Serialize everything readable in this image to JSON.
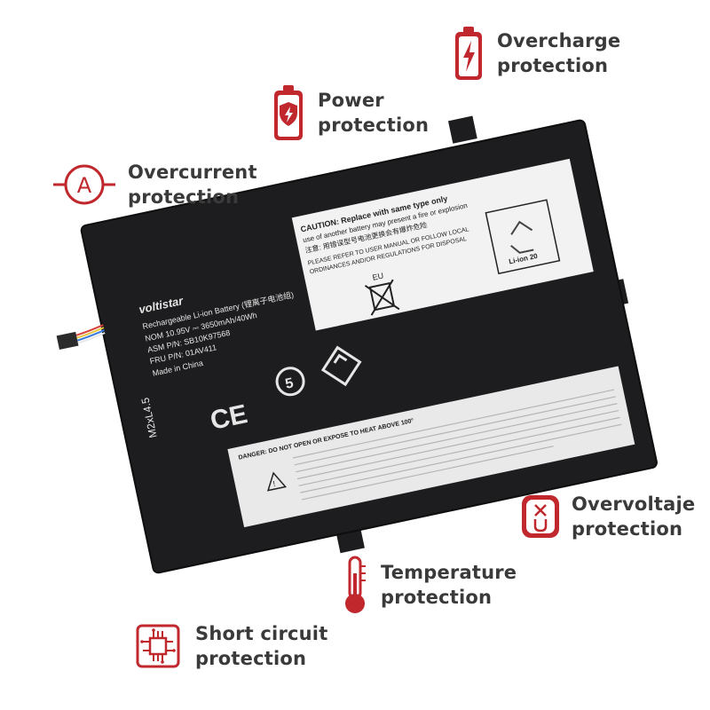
{
  "colors": {
    "accent": "#c0282d",
    "text": "#3a3a3a",
    "battery_body": "#1d1d1f"
  },
  "features": {
    "overcharge": {
      "line1": "Overcharge",
      "line2": "protection",
      "icon": "battery-bolt-icon"
    },
    "power": {
      "line1": "Power",
      "line2": "protection",
      "icon": "battery-shield-icon"
    },
    "overcurrent": {
      "line1": "Overcurrent",
      "line2": "protection",
      "icon": "ampere-circle-icon"
    },
    "overvoltage": {
      "line1": "Overvoltaje",
      "line2": "protection",
      "icon": "voltage-square-icon"
    },
    "temperature": {
      "line1": "Temperature",
      "line2": "protection",
      "icon": "thermometer-icon"
    },
    "short_circuit": {
      "line1": "Short circuit",
      "line2": "protection",
      "icon": "circuit-chip-icon"
    }
  },
  "battery": {
    "brand": "voltistar",
    "line1": "Rechargeable Li-ion Battery (锂离子电池组)",
    "line2": "NOM 10.95V ⎓ 3650mAh/40Wh",
    "line3": "ASM P/N: SB10K97568",
    "line4": "FRU P/N: 01AV411",
    "line5": "Made in China",
    "screw": "M2xL4.5",
    "caution1": "CAUTION: Replace with same type only",
    "caution2": "use of another battery may present a fire or explosion",
    "caution3": "注意: 用错误型号电池更换会有爆炸危险",
    "caution4": "PLEASE REFER TO USER MANUAL OR FOLLOW LOCAL",
    "caution5": "ORDINANCES AND/OR REGULATIONS FOR DISPOSAL",
    "eu": "EU",
    "liion": "Li-ion 20",
    "danger": "DANGER: DO NOT OPEN OR EXPOSE TO HEAT ABOVE 100°",
    "ce": "CE"
  }
}
